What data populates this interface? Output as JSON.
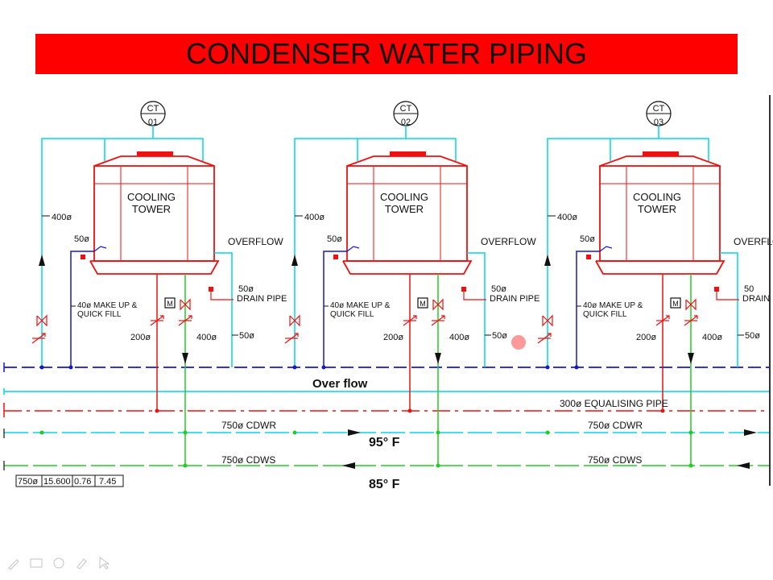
{
  "title": "CONDENSER WATER PIPING",
  "colors": {
    "banner": "#ff0000",
    "cyan": "#00d5e8",
    "red": "#ee1111",
    "blue": "#1818c8",
    "green": "#22cc22",
    "dark": "#111111"
  },
  "towers": [
    {
      "tag_top": "CT",
      "tag_bottom": "01",
      "label1": "COOLING",
      "label2": "TOWER",
      "in_size": "400ø",
      "makeup_size": "50ø",
      "overflow": "OVERFLOW",
      "drain_size": "50ø",
      "drain_label": "DRAIN PIPE",
      "makeup1": "40ø MAKE UP &",
      "makeup2": "QUICK FILL",
      "bypass": "200ø",
      "outlet": "400ø",
      "overflow_size": "50ø"
    },
    {
      "tag_top": "CT",
      "tag_bottom": "02",
      "label1": "COOLING",
      "label2": "TOWER",
      "in_size": "400ø",
      "makeup_size": "50ø",
      "overflow": "OVERFLOW",
      "drain_size": "50ø",
      "drain_label": "DRAIN PIPE",
      "makeup1": "40ø MAKE UP &",
      "makeup2": "QUICK FILL",
      "bypass": "200ø",
      "outlet": "400ø",
      "overflow_size": "50ø"
    },
    {
      "tag_top": "CT",
      "tag_bottom": "03",
      "label1": "COOLING",
      "label2": "TOWER",
      "in_size": "400ø",
      "makeup_size": "50ø",
      "overflow": "OVERFLO",
      "drain_size": "50",
      "drain_label": "DRAIN",
      "makeup1": "40ø MAKE UP &",
      "makeup2": "QUICK FILL",
      "bypass": "200ø",
      "outlet": "400ø",
      "overflow_size": "50ø"
    }
  ],
  "valve_m": "M",
  "headers": {
    "overflow_label": "Over flow",
    "equalising": "300ø EQUALISING PIPE",
    "cdwr1": "750ø CDWR",
    "cdwr2": "750ø CDWR",
    "cdws1": "750ø CDWS",
    "cdws2": "750ø CDWS",
    "temp_return": "95° F",
    "temp_supply": "85° F"
  },
  "size_table": [
    "750ø",
    "15.600",
    "0.76",
    "7.45"
  ],
  "toolbar_icons": [
    "pen-icon",
    "screen-icon",
    "eraser-icon",
    "highlighter-icon",
    "pointer-icon"
  ]
}
